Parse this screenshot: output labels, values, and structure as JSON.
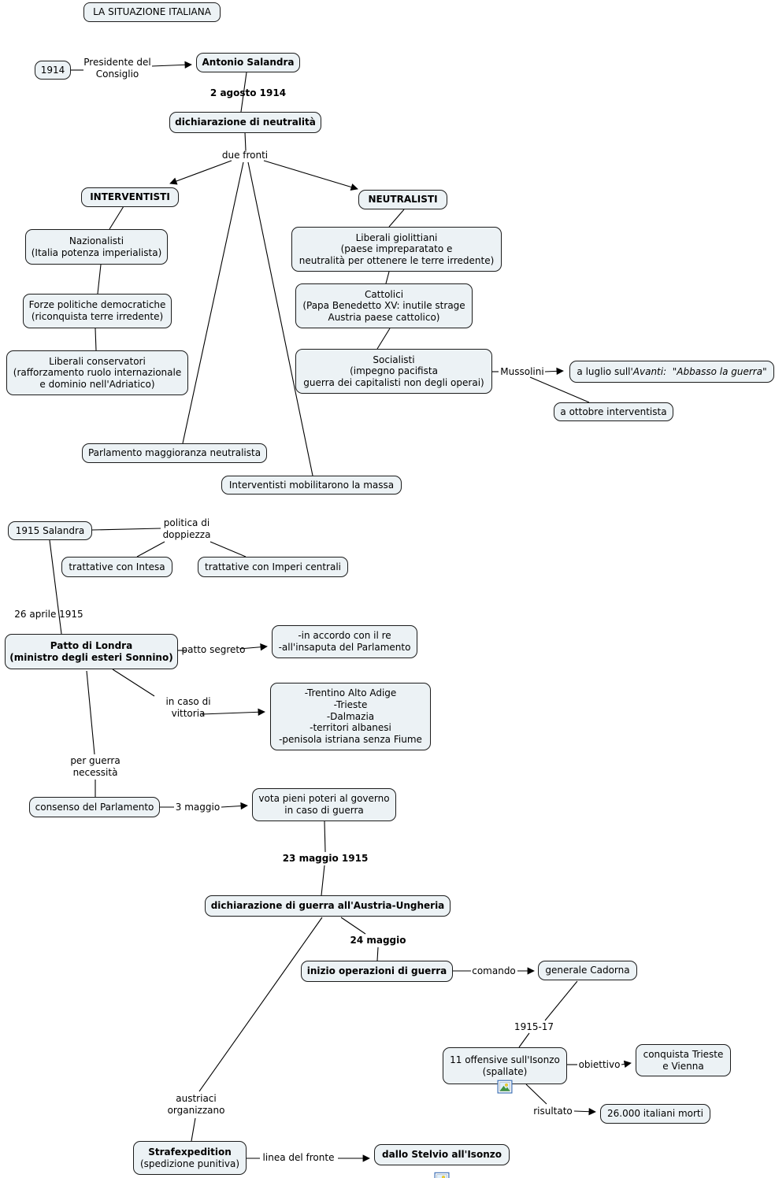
{
  "title": {
    "text": "LA SITUAZIONE ITALIANA"
  },
  "nodes": {
    "y1914": {
      "text": "1914"
    },
    "salandra": {
      "text": "Antonio Salandra"
    },
    "neutralita": {
      "text": "dichiarazione di neutralità"
    },
    "interventisti": {
      "text": "INTERVENTISTI"
    },
    "neutralisti": {
      "text": "NEUTRALISTI"
    },
    "nazionalisti": {
      "text": "Nazionalisti\n(Italia potenza imperialista)"
    },
    "forze": {
      "text": "Forze politiche democratiche\n(riconquista terre irredente)"
    },
    "liberali_conservatori": {
      "text": "Liberali conservatori\n(rafforzamento ruolo internazionale\ne dominio nell'Adriatico)"
    },
    "giolittiani": {
      "text": "Liberali giolittiani\n(paese impreparatato e\nneutralità per ottenere le terre irredente)"
    },
    "cattolici": {
      "text": "Cattolici\n(Papa Benedetto XV: inutile strage\nAustria paese cattolico)"
    },
    "socialisti": {
      "text": "Socialisti\n(impegno pacifista\nguerra dei capitalisti non degli operai)"
    },
    "luglio": {
      "prefix": "a luglio sull'",
      "italic": "Avanti:  \"Abbasso la guerra\""
    },
    "ottobre": {
      "text": "a ottobre interventista"
    },
    "parlamento_neutralista": {
      "text": "Parlamento maggioranza neutralista"
    },
    "interventisti_massa": {
      "text": "Interventisti mobilitarono la massa"
    },
    "salandra_1915": {
      "text": "1915 Salandra"
    },
    "intesa": {
      "text": "trattative con Intesa"
    },
    "imperi": {
      "text": "trattative con Imperi centrali"
    },
    "patto_londra": {
      "text": "Patto di Londra\n(ministro degli esteri Sonnino)"
    },
    "accordo_re": {
      "text": "-in accordo con il re\n-all'insaputa del Parlamento"
    },
    "territori": {
      "text": "-Trentino Alto Adige\n-Trieste\n-Dalmazia\n-territori albanesi\n-penisola istriana senza Fiume"
    },
    "consenso": {
      "text": "consenso del Parlamento"
    },
    "vota": {
      "text": "vota pieni poteri al governo\nin caso di guerra"
    },
    "dich_guerra": {
      "text": "dichiarazione di guerra all'Austria-Ungheria"
    },
    "inizio": {
      "text": "inizio operazioni di guerra"
    },
    "cadorna": {
      "text": "generale Cadorna"
    },
    "offensive": {
      "text": "11 offensive sull'Isonzo\n(spallate)"
    },
    "conquista": {
      "text": "conquista Trieste\ne Vienna"
    },
    "morti": {
      "text": "26.000 italiani morti"
    },
    "strafexpedition": {
      "bold": "Strafexpedition",
      "sub": "(spedizione punitiva)"
    },
    "stelvio": {
      "text": "dallo Stelvio all'Isonzo"
    }
  },
  "labels": {
    "presidente": {
      "text": "Presidente del\nConsiglio"
    },
    "agosto": {
      "text": "2 agosto 1914"
    },
    "due_fronti": {
      "text": "due fronti"
    },
    "mussolini": {
      "text": "Mussolini"
    },
    "politica": {
      "text": "politica di\ndoppiezza"
    },
    "aprile": {
      "text": "26 aprile 1915"
    },
    "patto_segreto": {
      "text": "patto segreto"
    },
    "vittoria": {
      "text": "in caso di\nvittoria"
    },
    "per_guerra": {
      "text": "per guerra\nnecessità"
    },
    "maggio3": {
      "text": "3 maggio"
    },
    "maggio23": {
      "text": "23 maggio 1915"
    },
    "maggio24": {
      "text": "24 maggio"
    },
    "comando": {
      "text": "comando"
    },
    "y191517": {
      "text": "1915-17"
    },
    "obiettivo": {
      "text": "obiettivo"
    },
    "risultato": {
      "text": "risultato"
    },
    "austriaci": {
      "text": "austriaci\norganizzano"
    },
    "linea_fronte": {
      "text": "linea del fronte"
    }
  },
  "icons": {
    "attachment": "image-attachment-icon"
  },
  "colors": {
    "background": "#ffffff",
    "node_fill": "#ecf2f5",
    "node_border": "#1b1b1b",
    "connector": "#000000"
  }
}
